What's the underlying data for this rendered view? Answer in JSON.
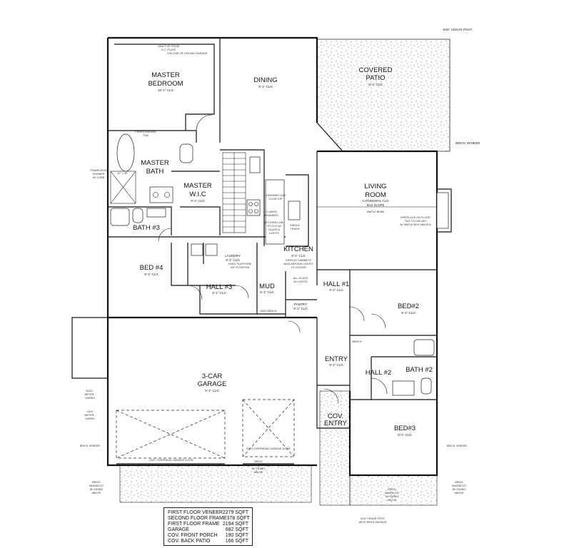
{
  "rooms": {
    "master_bedroom": "MASTER\nBEDROOM",
    "master_bedroom_l1": "MASTER",
    "master_bedroom_l2": "BEDROOM",
    "master_bedroom_ceiling": "10'-1\" CLG",
    "dining": "DINING",
    "dining_ceiling": "9'-1\" CLG",
    "covered_patio_l1": "COVERED",
    "covered_patio_l2": "PATIO",
    "covered_patio_ceiling": "9'-1\" CLG",
    "master_bath_l1": "MASTER",
    "master_bath_l2": "BATH",
    "master_wic_l1": "MASTER",
    "master_wic_l2": "W.I.C",
    "master_wic_ceiling": "9'-1\" CLG",
    "living_l1": "LIVING",
    "living_l2": "ROOM",
    "living_ceiling_1": "CATHEDRAL CLG",
    "living_ceiling_2": "8/12 SLOPE",
    "bath3": "BATH #3",
    "kitchen": "KITCHEN",
    "kitchen_ceiling": "9'-1\" CLG",
    "laundry": "LAUNDRY",
    "laundry_ceiling": "9'-1\" CLG",
    "bed4": "BED #4",
    "bed4_ceiling": "9'-1\" CLG",
    "hall3": "HALL #3",
    "hall3_ceiling": "9'-1\" CLG",
    "mud": "MUD",
    "mud_ceiling": "9'-1\" CLG",
    "hall1": "HALL #1",
    "hall1_ceiling": "9'-1\" CLG",
    "bed2": "BED#2",
    "bed2_ceiling": "9'-1\" CLG",
    "pantry": "PANTRY",
    "pantry_ceiling": "9'-1\" CLG",
    "garage_l1": "3-CAR",
    "garage_l2": "GARAGE",
    "garage_ceiling": "9'-1\" CLG",
    "entry": "ENTRY",
    "entry_ceiling": "9'-1\" CLG",
    "hall2": "HALL #2",
    "bath2": "BATH #2",
    "cov_entry_l1": "COV.",
    "cov_entry_l2": "ENTRY",
    "bed3": "BED#3",
    "bed3_ceiling": "9'-1\" CLG"
  },
  "notes": {
    "cedar_post_top": "6X6\" CEDAR POST",
    "brick_veneer_right": "BRICK VENEER",
    "vault_note_1": "VAULT UP FROM",
    "vault_note_2": "9'-1\" PLATE",
    "line_note": "THK LINE OF CEILING GARAGE",
    "freestanding_tub_1": "FREESTANDING",
    "freestanding_tub_2": "TUB",
    "shower_note_1": "FRAMELESS",
    "shower_note_2": "SHOWER",
    "shower_note_3": "W/ CURB",
    "shower_size": "42\" x 36\"",
    "cooktop_1": "5 BURNER GAS",
    "cooktop_2": "COOKTOP",
    "drawers_1": "2 LARGE",
    "drawers_2": "DRAWERS",
    "cabinets_1": "KITCHEN CAB.",
    "cabinets_2": "TO CLG W/",
    "cabinets_3": "GLASS &",
    "cabinets_4": "LIGHTS",
    "single_trash_1": "SINGLE",
    "single_trash_2": "TRASH",
    "display_1": "DISPLAY CABINETS",
    "display_2": "W/GLASS AND LIGHTS",
    "display_3": "TO CEILING",
    "maple_beam": "MAPLE BEAM",
    "fireplace_1": "FIREPLACE ON FLOOR",
    "fireplace_2": "TILE TO CEILING",
    "fireplace_3": "W/ MAPLE BOX MANTLE",
    "hvac_1": "HVAC PLATFORM",
    "hvac_2": "3/4\" PLYWOOD",
    "all_glass_1": "ALL GLASS",
    "all_glass_2": "W/ LIGHTS",
    "mud_bench": "MUD BENCH",
    "elec_meter_1": "ELEC.",
    "elec_meter_2": "METER -",
    "elec_meter_3": "VARIES",
    "gas_meter_1": "GAS",
    "gas_meter_2": "METER -",
    "gas_meter_3": "VARIES",
    "brick_veneer_left": "BRICK VENEER",
    "brick_wainscot_left_1": "BRICK",
    "brick_wainscot_left_2": "WAINSCOT",
    "brick_wainscot_left_3": "W/ SIDING",
    "brick_wainscot_left_4": "ABOVE",
    "brick_wainscot_mid_1": "BRICK",
    "brick_wainscot_mid_2": "WAINSCOT",
    "brick_wainscot_mid_3": "W/ SIDING",
    "brick_wainscot_mid_4": "ABOVE",
    "brick_veneer_right_low": "BRICK VENEER",
    "brick_wainscot_right_1": "BRICK",
    "brick_wainscot_right_2": "WAINSCOT",
    "brick_wainscot_right_3": "W/ SIDING",
    "brick_wainscot_right_4": "ABOVE",
    "brick_wainscot_front_1": "BRICK",
    "brick_wainscot_front_2": "WAINSCOT",
    "brick_wainscot_front_3": "W/ SIDING",
    "brick_wainscot_front_4": "ABOVE",
    "garage_door_1": "16X7 OVERHEAD GARAGE DOOR",
    "garage_door_2": "9X7O OVERHEAD GARAGE DOOR",
    "cedar_post_bottom_1": "6X6\" CEDAR POST",
    "cedar_post_bottom_2": "WITH BRICK BASE(S)",
    "bench_label": "BENCH"
  },
  "sqft_table": [
    {
      "label": "FIRST FLOOR VENEER",
      "value": "2279 SQFT"
    },
    {
      "label": "SECOND FLOOR FRAME",
      "value": "378 SQFT"
    },
    {
      "label": "FIRST FLOOR FRAME",
      "value": "2194 SQFT"
    },
    {
      "label": "GARAGE",
      "value": "682 SQFT"
    },
    {
      "label": "COV. FRONT PORCH",
      "value": "190 SQFT"
    },
    {
      "label": "COV. BACK PATIO",
      "value": "166 SQFT"
    }
  ]
}
